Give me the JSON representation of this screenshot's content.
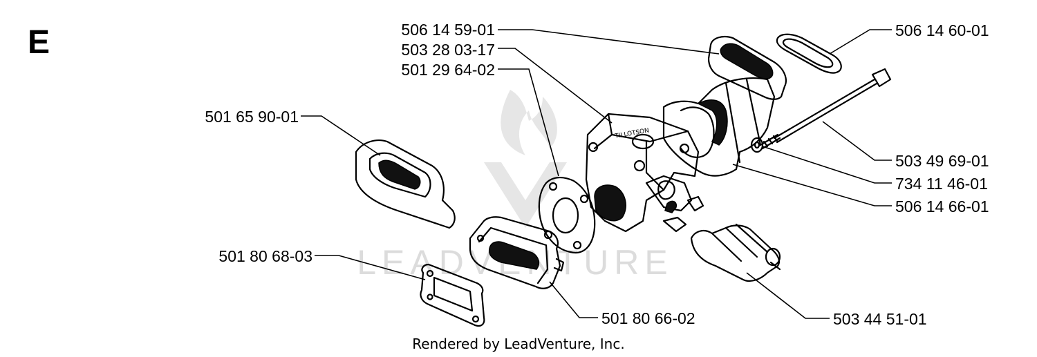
{
  "section_letter": "E",
  "watermark": "LEADVENTURE",
  "footer": "Rendered by LeadVenture, Inc.",
  "part_numbers": {
    "intake_gasket_top": "506 14 59-01",
    "carburetor": "503 28 03-17",
    "carb_gasket": "501 29 64-02",
    "air_filter_holder": "501 65 90-01",
    "flange_gasket": "501 80 68-03",
    "spacer_block": "501 80 66-02",
    "seal_ring": "506 14 60-01",
    "screw": "503 49 69-01",
    "washer": "734 11 46-01",
    "intake_elbow": "506 14 66-01",
    "throttle_link": "503 44 51-01"
  }
}
